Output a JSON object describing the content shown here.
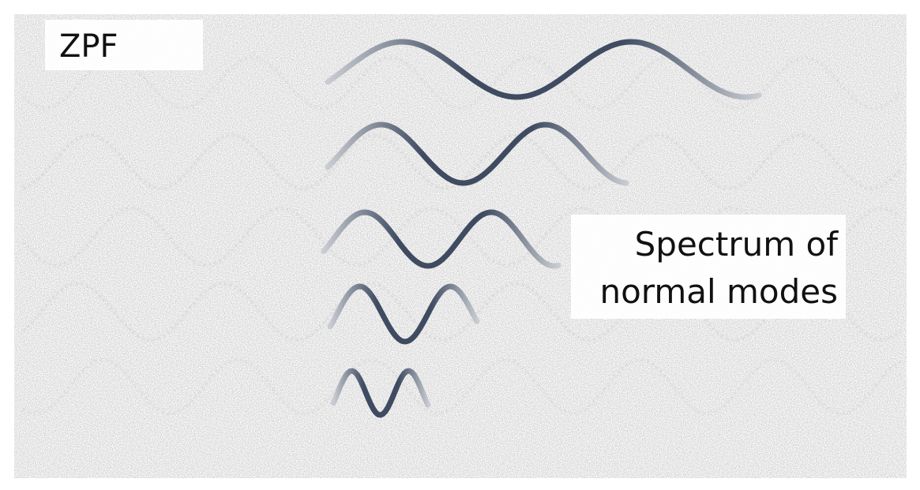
{
  "labels": {
    "zpf": "ZPF",
    "spectrum_line1": "Spectrum of",
    "spectrum_line2": "normal modes"
  },
  "normal_modes": {
    "count": 5
  },
  "colors": {
    "wave_dark": "#3e4b61",
    "wave_light": "#c9ccd2",
    "noise_gray": "#7c7c7c",
    "background": "#ffffff"
  }
}
